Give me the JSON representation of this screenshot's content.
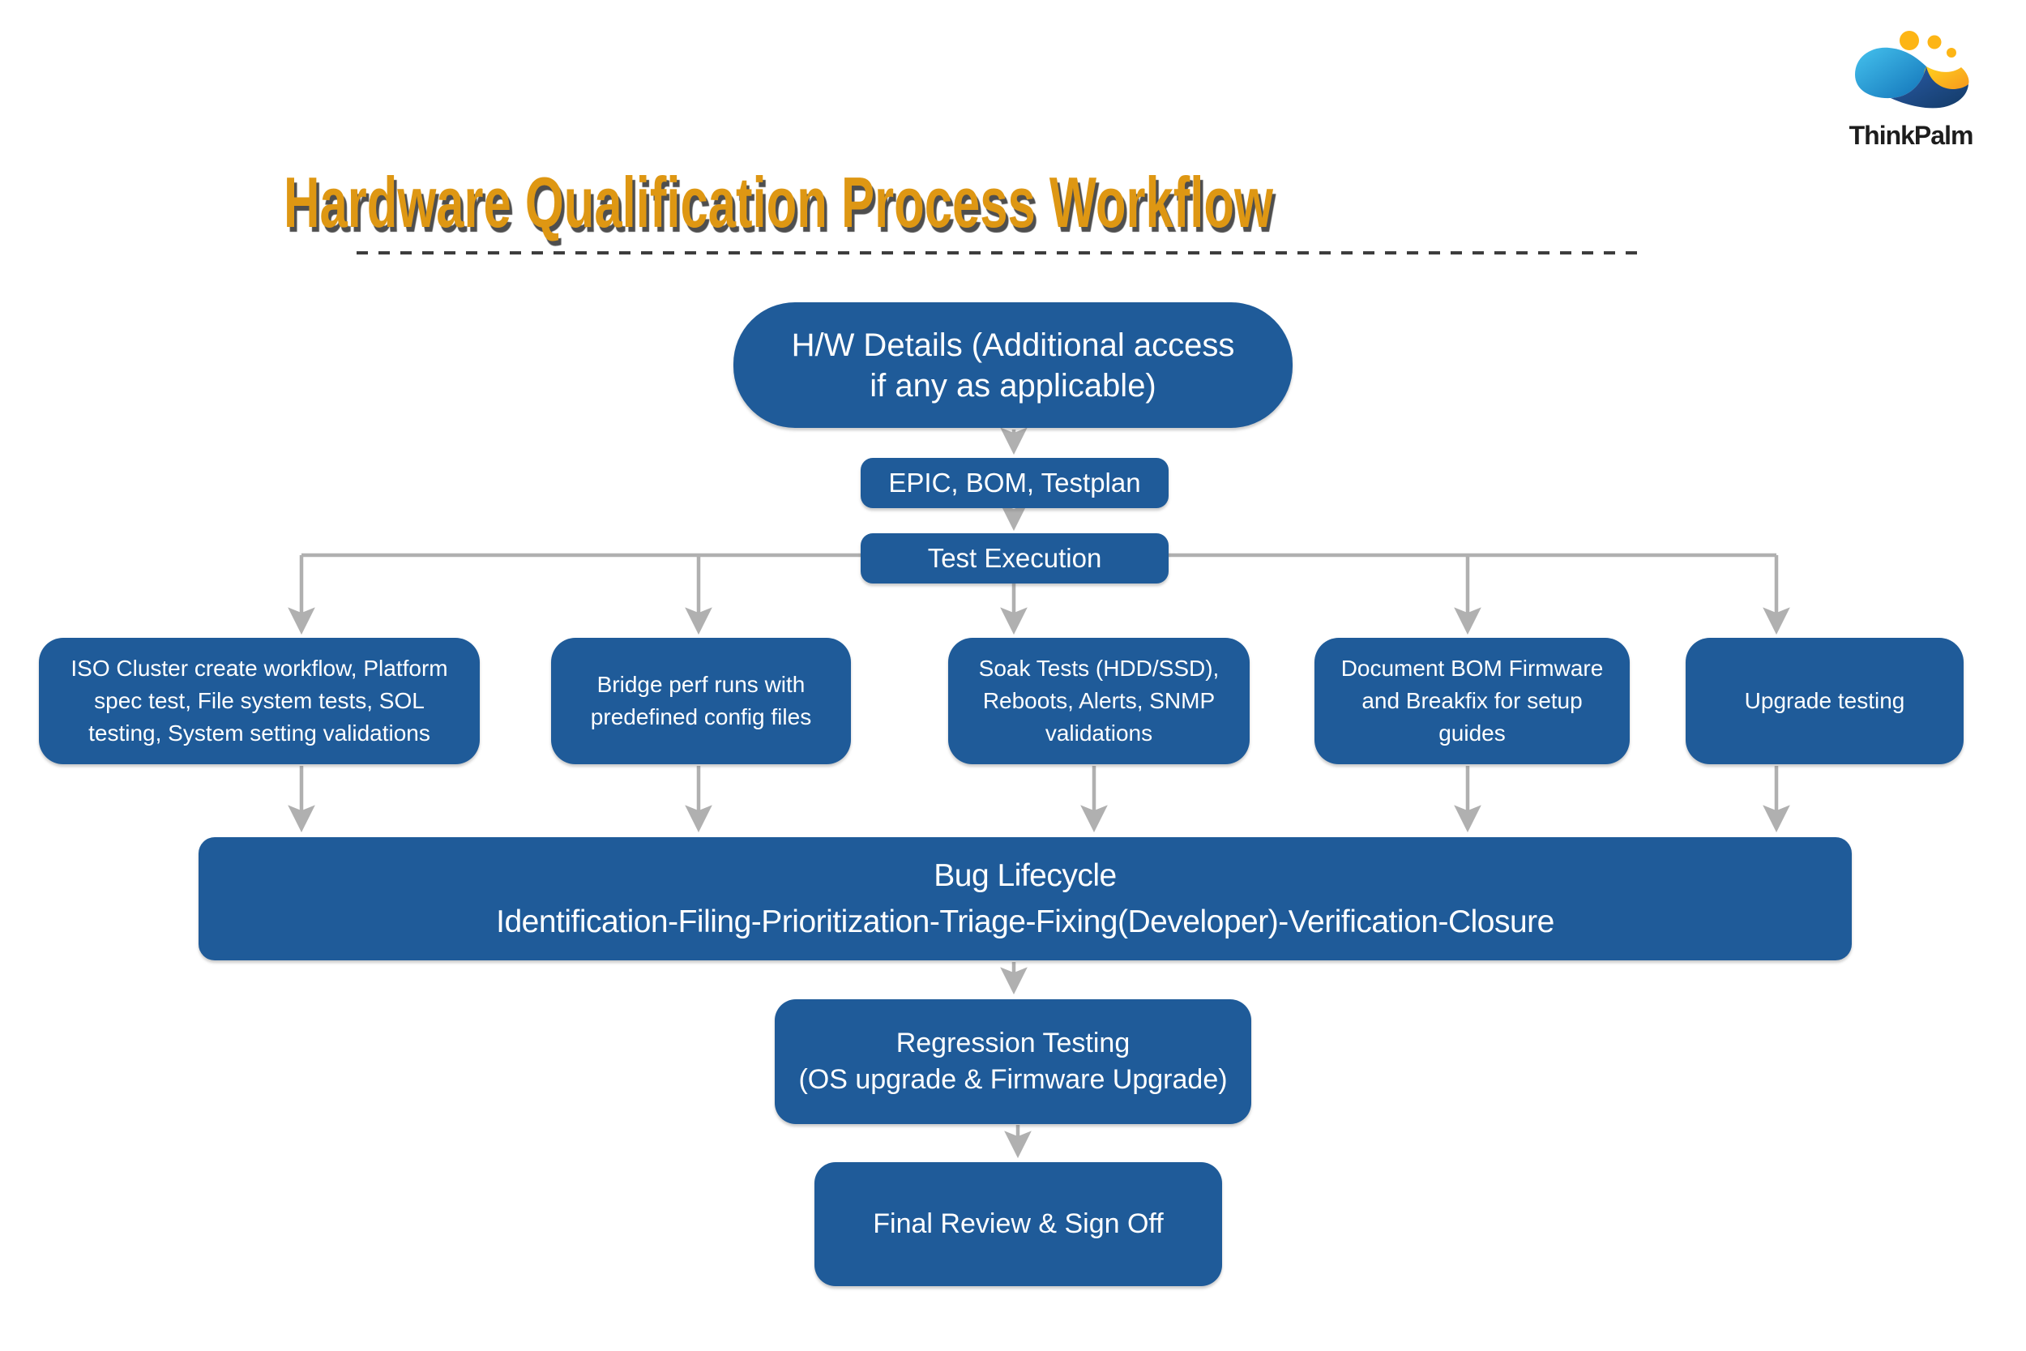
{
  "title": {
    "text": "Hardware Qualification Process Workflow"
  },
  "logo": {
    "brand": "ThinkPalm",
    "icon": "thinkpalm-wave-icon"
  },
  "colors": {
    "page_bg": "#ffffff",
    "node_blue": "#1f5b99",
    "node_text": "#ffffff",
    "connector": "#b0b0b0",
    "title_orange": "#DE9713",
    "title_shadow": "#4e4e4e",
    "dash": "#3d3d3d",
    "logo_text": "#1d1d1d",
    "logo_light_blue": "#2BA9E0",
    "logo_blue": "#1273B8",
    "logo_yellow": "#FDB515",
    "logo_gold": "#F7941D",
    "logo_navy": "#173F6E"
  },
  "flow": {
    "nodes": {
      "hw_details": {
        "lines": [
          "H/W Details (Additional access",
          "if any as applicable)"
        ]
      },
      "epic_bom_testplan": {
        "lines": [
          "EPIC, BOM, Testplan"
        ]
      },
      "test_execution": {
        "lines": [
          "Test Execution"
        ]
      },
      "iso_cluster": {
        "lines": [
          "ISO Cluster create workflow, Platform",
          "spec test, File system tests, SOL",
          "testing, System setting validations"
        ]
      },
      "bridge_perf": {
        "lines": [
          "Bridge perf runs with",
          "predefined config files"
        ]
      },
      "soak_tests": {
        "lines": [
          "Soak Tests (HDD/SSD),",
          "Reboots, Alerts, SNMP",
          "validations"
        ]
      },
      "document_bom": {
        "lines": [
          "Document BOM Firmware",
          "and Breakfix for setup",
          "guides"
        ]
      },
      "upgrade_testing": {
        "lines": [
          "Upgrade testing"
        ]
      },
      "bug_lifecycle": {
        "lines": [
          "Bug Lifecycle",
          "Identification-Filing-Prioritization-Triage-Fixing(Developer)-Verification-Closure"
        ]
      },
      "regression_testing": {
        "lines": [
          "Regression Testing",
          "(OS upgrade & Firmware Upgrade)"
        ]
      },
      "final_review": {
        "lines": [
          "Final Review & Sign Off"
        ]
      }
    }
  }
}
